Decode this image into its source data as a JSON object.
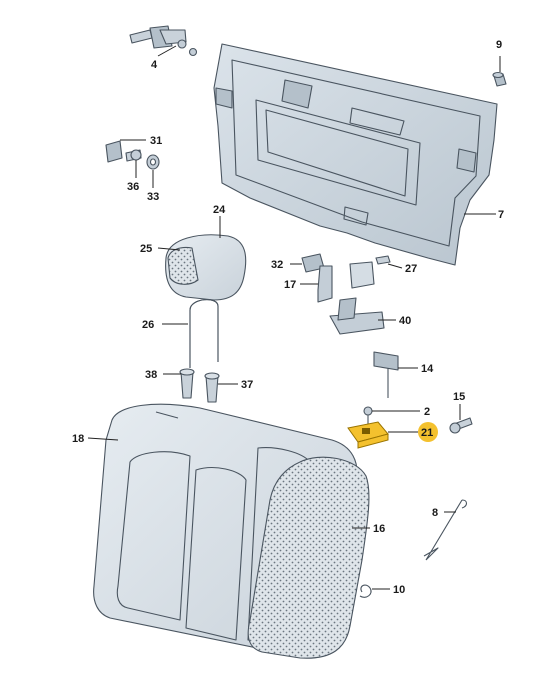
{
  "callouts": [
    {
      "id": "c2",
      "label": "2"
    },
    {
      "id": "c4",
      "label": "4"
    },
    {
      "id": "c7",
      "label": "7"
    },
    {
      "id": "c8",
      "label": "8"
    },
    {
      "id": "c9",
      "label": "9"
    },
    {
      "id": "c10",
      "label": "10"
    },
    {
      "id": "c14",
      "label": "14"
    },
    {
      "id": "c15",
      "label": "15"
    },
    {
      "id": "c16",
      "label": "16"
    },
    {
      "id": "c17",
      "label": "17"
    },
    {
      "id": "c18",
      "label": "18"
    },
    {
      "id": "c21",
      "label": "21"
    },
    {
      "id": "c24",
      "label": "24"
    },
    {
      "id": "c25",
      "label": "25"
    },
    {
      "id": "c26",
      "label": "26"
    },
    {
      "id": "c27",
      "label": "27"
    },
    {
      "id": "c31",
      "label": "31"
    },
    {
      "id": "c32",
      "label": "32"
    },
    {
      "id": "c33",
      "label": "33"
    },
    {
      "id": "c36",
      "label": "36"
    },
    {
      "id": "c37",
      "label": "37"
    },
    {
      "id": "c38",
      "label": "38"
    },
    {
      "id": "c40",
      "label": "40"
    }
  ],
  "highlight": {
    "label": "21",
    "color": "#f4c12e"
  }
}
